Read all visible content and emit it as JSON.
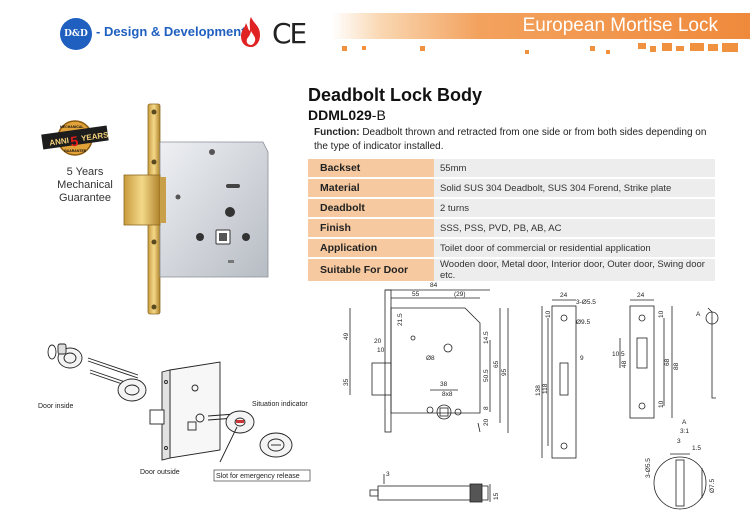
{
  "header": {
    "logo_text": "D&D",
    "brand": "- Design & Development",
    "certification": "CE",
    "banner_title": "European Mortise Lock"
  },
  "product": {
    "title": "Deadbolt Lock Body",
    "model_bold": "DDML029",
    "model_suffix": "-B",
    "function_label": "Function:",
    "function_text": " Deadbolt thrown and retracted from one side or from both sides depending on the type of indicator installed.",
    "guarantee": "5 Years Mechanical Guarantee",
    "badge_years": "5",
    "badge_word": "YEARS",
    "badge_top": "ANNI",
    "badge_small_1": "MECHANICAL",
    "badge_small_2": "GUARANTEE"
  },
  "specs": [
    {
      "key": "Backset",
      "value": "55mm"
    },
    {
      "key": "Material",
      "value": "Solid SUS 304 Deadbolt, SUS 304 Forend, Strike plate"
    },
    {
      "key": "Deadbolt",
      "value": "2 turns"
    },
    {
      "key": "Finish",
      "value": "SSS, PSS, PVD, PB, AB, AC"
    },
    {
      "key": "Application",
      "value": "Toilet door of commercial or residential application"
    },
    {
      "key": "Suitable For Door",
      "value": "Wooden door, Metal door,  Interior door, Outer door, Swing door etc."
    }
  ],
  "exploded": {
    "door_inside": "Door inside",
    "door_outside": "Door outside",
    "situation_indicator": "Situation indicator",
    "slot": "Slot for emergency release"
  },
  "dimensions": {
    "d84": "84",
    "d55": "55",
    "d29": "(29)",
    "d21_5": "21.5",
    "d49": "49",
    "d20": "20",
    "d10": "10",
    "d35": "35",
    "d8": "Ø8",
    "d14_5": "14.5",
    "d50_5": "50.5",
    "d65": "65",
    "d95": "95",
    "d38": "38",
    "d8x8": "8x8",
    "d8b": "8",
    "d20b": "20",
    "d24": "24",
    "d3_55": "3-Ø5.5",
    "d9_5": "Ø9.5",
    "d138": "138",
    "d118": "118",
    "d9": "9",
    "d10b": "10",
    "d24b": "24",
    "d10_5": "10.5",
    "d48": "48",
    "d68": "68",
    "d88": "88",
    "d10c": "10",
    "d10d": "10",
    "dA": "A",
    "dA2": "A",
    "d3_1": "3:1",
    "d3": "3",
    "d1_5": "1.5",
    "d3_55b": "3-Ø5.5",
    "d7_5": "Ø7.5",
    "d3b": "3",
    "d15": "15"
  }
}
